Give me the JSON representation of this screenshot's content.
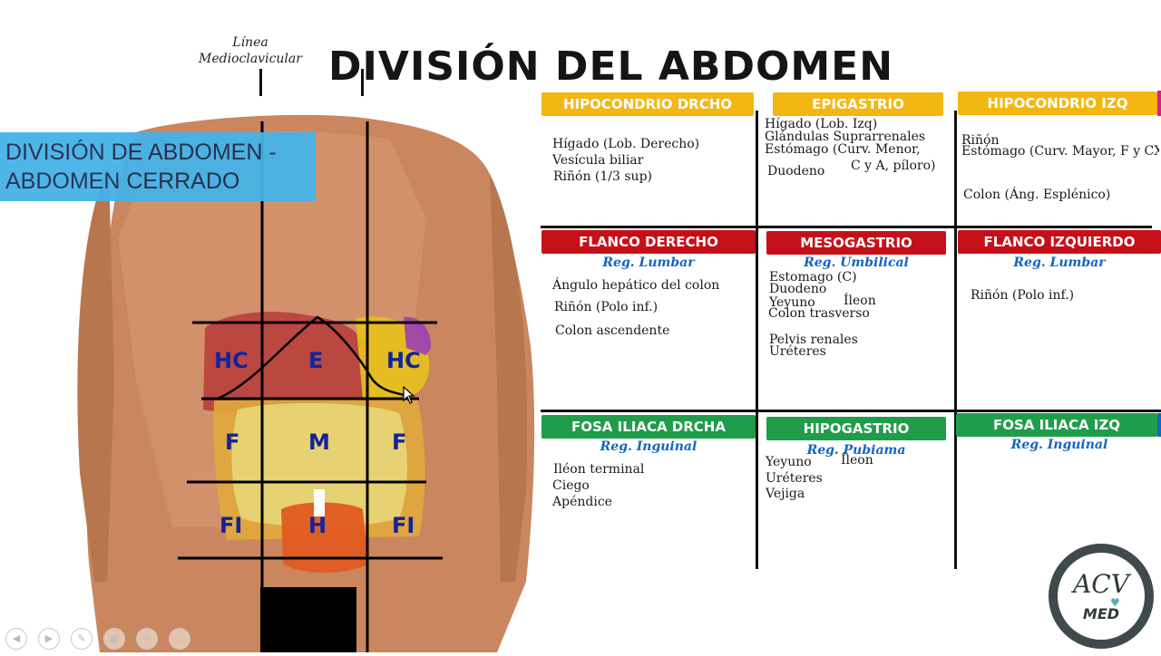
{
  "title": "DIVISIÓN DEL ABDOMEN",
  "linea_label": {
    "line1": "Línea",
    "line2": "Medioclavicular"
  },
  "banner": {
    "line1": "DIVISIÓN DE ABDOMEN  -",
    "line2": " ABDOMEN CERRADO"
  },
  "regions": {
    "hc_left": "HC",
    "e": "E",
    "hc_right": "HC",
    "f_left": "F",
    "m": "M",
    "f_right": "F",
    "fi_left": "FI",
    "h": "H",
    "fi_right": "FI"
  },
  "table": {
    "hipocondrio_drcho": {
      "header": "HIPOCONDRIO DRCHO",
      "items": [
        "Hígado (Lob. Derecho)",
        "Vesícula biliar",
        "Riñón (1/3 sup)"
      ]
    },
    "epigastrio": {
      "header": "EPIGASTRIO",
      "items": [
        "Hígado (Lob. Izq)",
        "Glándulas Suprarrenales",
        "Estómago (Curv. Menor,",
        "C y A, píloro)",
        "Duodeno"
      ]
    },
    "hipocondrio_izq": {
      "header": "HIPOCONDRIO IZQ",
      "items": [
        "Riñón",
        "Estómago (Curv. Mayor, F y CX)",
        "Colon (Áng. Esplénico)"
      ]
    },
    "flanco_derecho": {
      "header": "FLANCO DERECHO",
      "sub": "Reg. Lumbar",
      "items": [
        "Ángulo hepático del colon",
        "Riñón (Polo inf.)",
        "Colon ascendente"
      ]
    },
    "mesogastrio": {
      "header": "MESOGASTRIO",
      "sub": "Reg. Umbilical",
      "items": [
        "Estomago (C)",
        "Duodeno",
        "Yeyuno",
        "Íleon",
        "Colon trasverso",
        "Pelvis renales",
        "Uréteres"
      ]
    },
    "flanco_izquierdo": {
      "header": "FLANCO IZQUIERDO",
      "sub": "Reg. Lumbar",
      "items": [
        "Riñón (Polo inf.)"
      ]
    },
    "fosa_iliaca_drcha": {
      "header": "FOSA ILIACA DRCHA",
      "sub": "Reg. Inguinal",
      "items": [
        "Iléon terminal",
        "Ciego",
        "Apéndice"
      ]
    },
    "hipogastrio": {
      "header": "HIPOGASTRIO",
      "sub": "Reg. Pubiama",
      "items": [
        "Yeyuno",
        "Íleon",
        "Uréteres",
        "Vejiga"
      ]
    },
    "fosa_iliaca_izq": {
      "header": "FOSA ILIACA IZQ",
      "sub": "Reg. Inguinal"
    }
  },
  "logo": {
    "top": "ACV",
    "bottom": "MED"
  },
  "colors": {
    "yellow": "#f2b713",
    "red": "#c5101a",
    "green": "#1f9d4a",
    "banner": "#45b2e8",
    "region_text": "#12249a",
    "subtitle": "#1565c0"
  }
}
